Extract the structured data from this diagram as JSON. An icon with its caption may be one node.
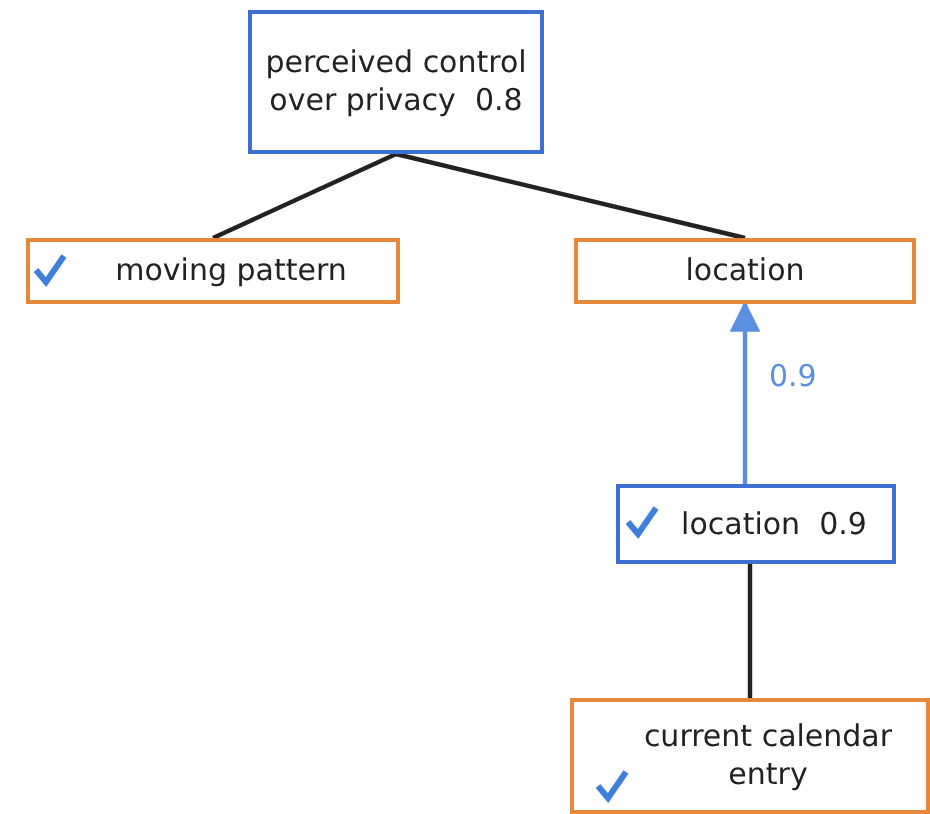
{
  "diagram": {
    "nodes": [
      {
        "text": [
          "perceived control over privacy  0.8"
        ]
      },
      {
        "text": [
          "moving pattern"
        ]
      },
      {
        "text": [
          "location"
        ]
      },
      {
        "text": [
          "location  0.9"
        ]
      },
      {
        "text": [
          "current calendar entry"
        ]
      }
    ],
    "edges": [
      {
        "from": 0,
        "to": 1,
        "arrow": "none"
      },
      {
        "from": 0,
        "to": 2,
        "arrow": "none"
      },
      {
        "from": 3,
        "to": 2,
        "arrow": "to",
        "label": "0.9",
        "color": "#5b8fe0"
      },
      {
        "from": 3,
        "to": 4,
        "arrow": "none"
      }
    ]
  }
}
